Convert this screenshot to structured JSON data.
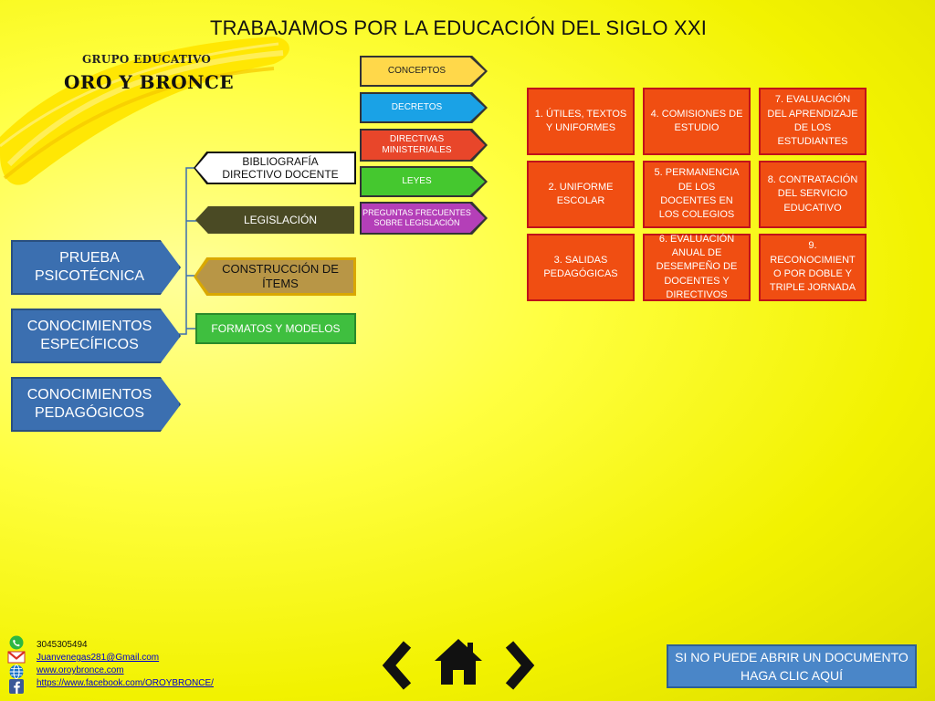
{
  "title": "TRABAJAMOS POR LA EDUCACIÓN DEL SIGLO XXI",
  "logo": {
    "top": "GRUPO EDUCATIVO",
    "name": "ORO Y BRONCE"
  },
  "main_buttons": [
    "PRUEBA PSICOTÉCNICA",
    "CONOCIMIENTOS ESPECÍFICOS",
    "CONOCIMIENTOS PEDAGÓGICOS"
  ],
  "sub_buttons": {
    "bibliografia": "BIBLIOGRAFÍA DIRECTIVO DOCENTE",
    "legislacion": "LEGISLACIÓN",
    "construccion": "CONSTRUCCIÓN DE ÍTEMS",
    "formatos": "FORMATOS Y MODELOS"
  },
  "legislation_tags": [
    "CONCEPTOS",
    "DECRETOS",
    "DIRECTIVAS MINISTERIALES",
    "LEYES",
    "PREGUNTAS FRECUENTES SOBRE LEGISLACIÓN"
  ],
  "topics": [
    "1. ÚTILES, TEXTOS Y UNIFORMES",
    "4. COMISIONES DE ESTUDIO",
    "7. EVALUACIÓN DEL APRENDIZAJE DE LOS ESTUDIANTES",
    "2. UNIFORME ESCOLAR",
    "5. PERMANENCIA DE LOS DOCENTES EN LOS COLEGIOS",
    "8. CONTRATACIÓN DEL SERVICIO EDUCATIVO",
    "3. SALIDAS PEDAGÓGICAS",
    "6. EVALUACIÓN ANUAL DE DESEMPEÑO DE DOCENTES Y DIRECTIVOS",
    "9. RECONOCIMIENT O POR DOBLE Y TRIPLE JORNADA"
  ],
  "contact": {
    "phone": "3045305494",
    "email": "Juanvenegas281@Gmail.com",
    "web": "www.oroybronce.com",
    "facebook": "https://www.facebook.com/OROYBRONCE/"
  },
  "nav": {
    "prev_icon": "chevron-left-icon",
    "home_icon": "home-icon",
    "next_icon": "chevron-right-icon"
  },
  "notice": "SI NO PUEDE ABRIR UN DOCUMENTO HAGA CLIC AQUÍ",
  "colors": {
    "main_blue": "#3b6fb0",
    "topic_red": "#f04e12",
    "background": "#ffff40"
  }
}
